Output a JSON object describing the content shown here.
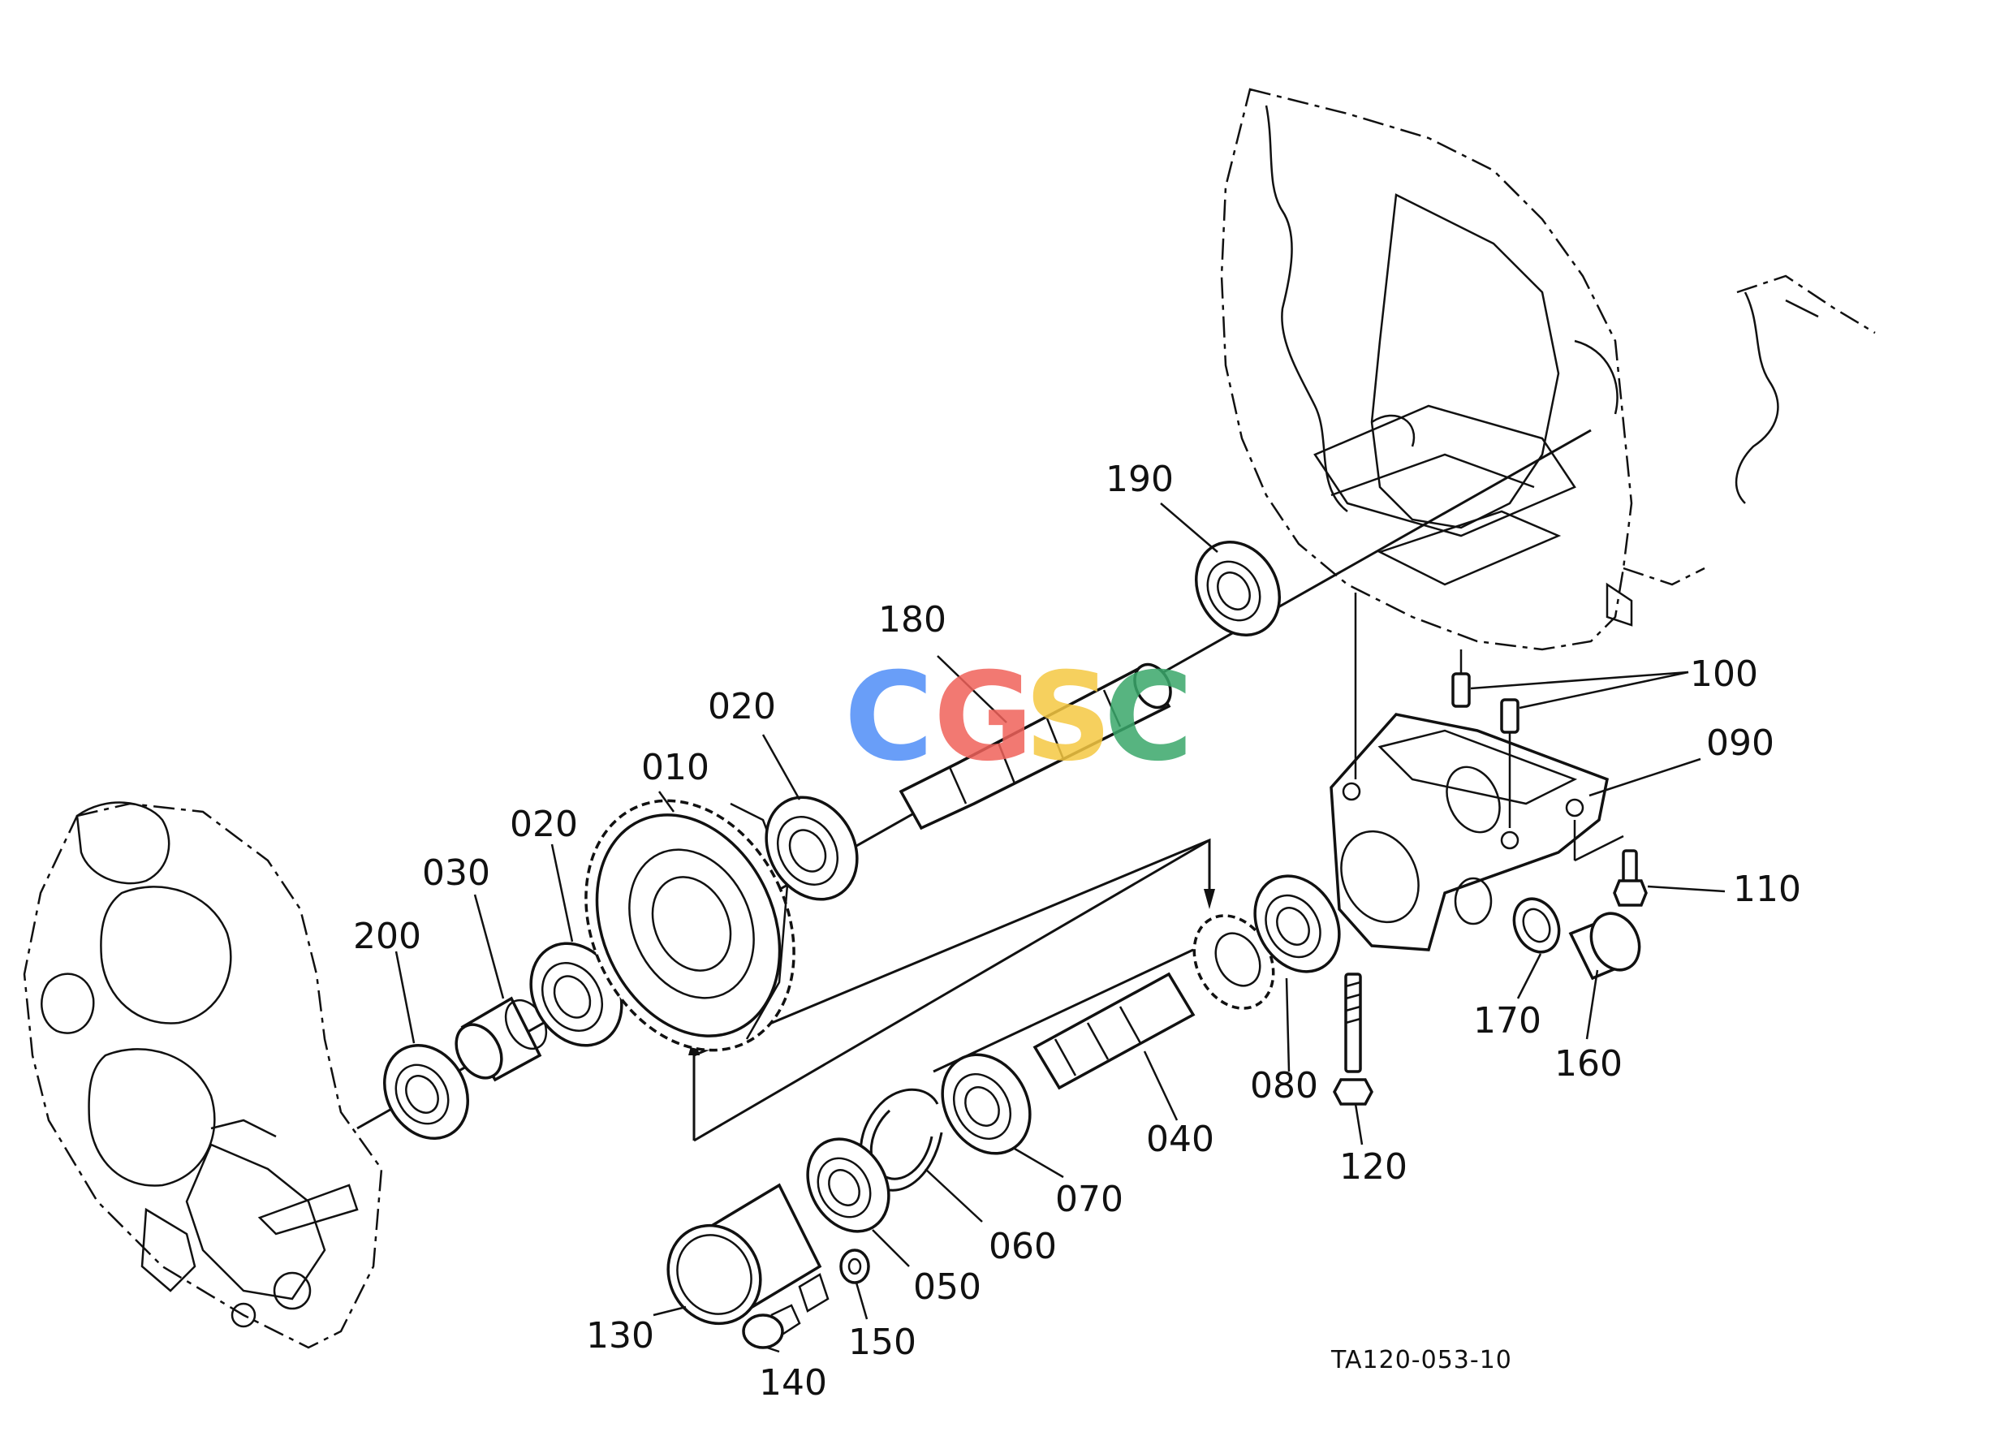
{
  "drawing_code": "TA120-053-10",
  "watermark": {
    "letters": [
      "C",
      "G",
      "S",
      "C"
    ],
    "colors": [
      "#4f8ef7",
      "#f0625a",
      "#f5c842",
      "#3aa86b"
    ]
  },
  "callouts": [
    {
      "id": "010",
      "label": "010"
    },
    {
      "id": "020a",
      "label": "020"
    },
    {
      "id": "020b",
      "label": "020"
    },
    {
      "id": "030",
      "label": "030"
    },
    {
      "id": "040",
      "label": "040"
    },
    {
      "id": "050",
      "label": "050"
    },
    {
      "id": "060",
      "label": "060"
    },
    {
      "id": "070",
      "label": "070"
    },
    {
      "id": "080",
      "label": "080"
    },
    {
      "id": "090",
      "label": "090"
    },
    {
      "id": "100",
      "label": "100"
    },
    {
      "id": "110",
      "label": "110"
    },
    {
      "id": "120",
      "label": "120"
    },
    {
      "id": "130",
      "label": "130"
    },
    {
      "id": "140",
      "label": "140"
    },
    {
      "id": "150",
      "label": "150"
    },
    {
      "id": "160",
      "label": "160"
    },
    {
      "id": "170",
      "label": "170"
    },
    {
      "id": "180",
      "label": "180"
    },
    {
      "id": "190",
      "label": "190"
    },
    {
      "id": "200",
      "label": "200"
    }
  ]
}
